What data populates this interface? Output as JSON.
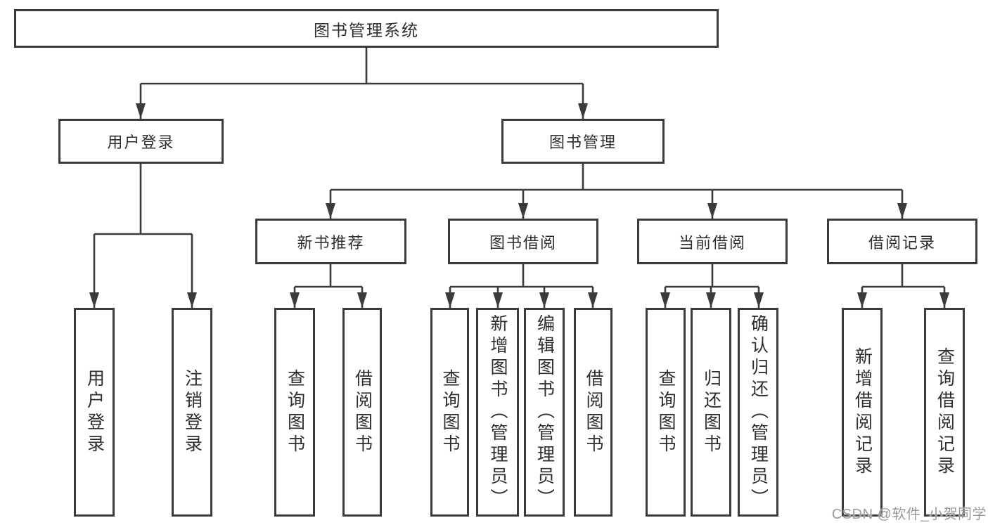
{
  "tree": {
    "root": {
      "label": "图书管理系统",
      "children": [
        {
          "label": "用户登录",
          "children": [
            {
              "label": "用户登录"
            },
            {
              "label": "注销登录"
            }
          ]
        },
        {
          "label": "图书管理",
          "children": [
            {
              "label": "新书推荐",
              "children": [
                {
                  "label": "查询图书"
                },
                {
                  "label": "借阅图书"
                }
              ]
            },
            {
              "label": "图书借阅",
              "children": [
                {
                  "label": "查询图书"
                },
                {
                  "label": "新增图书（管理员）"
                },
                {
                  "label": "编辑图书（管理员）"
                },
                {
                  "label": "借阅图书"
                }
              ]
            },
            {
              "label": "当前借阅",
              "children": [
                {
                  "label": "查询图书"
                },
                {
                  "label": "归还图书"
                },
                {
                  "label": "确认归还（管理员）"
                }
              ]
            },
            {
              "label": "借阅记录",
              "children": [
                {
                  "label": "新增借阅记录"
                },
                {
                  "label": "查询借阅记录"
                }
              ]
            }
          ]
        }
      ]
    }
  },
  "watermark": {
    "text": "CSDN @软件_小贺同学"
  },
  "colors": {
    "line": "#3b3b3b",
    "text": "#2e2e2e",
    "watermark": "#9b9b9b",
    "background": "#ffffff"
  }
}
